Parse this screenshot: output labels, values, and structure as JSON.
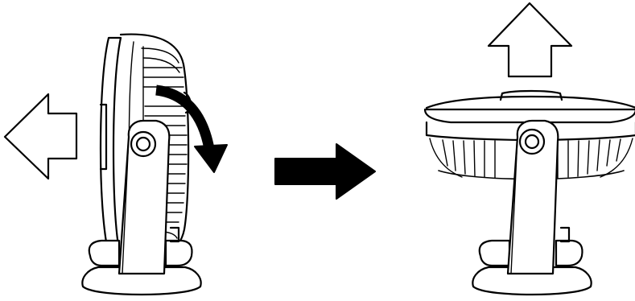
{
  "diagram": {
    "steps": [
      {
        "id": "fan-forward",
        "airflow_direction": "left",
        "tilt_indicator": "rotate-downward"
      },
      {
        "id": "fan-upward",
        "airflow_direction": "up"
      }
    ],
    "transition": "right-arrow"
  },
  "colors": {
    "ink": "#000000",
    "background": "#ffffff"
  }
}
